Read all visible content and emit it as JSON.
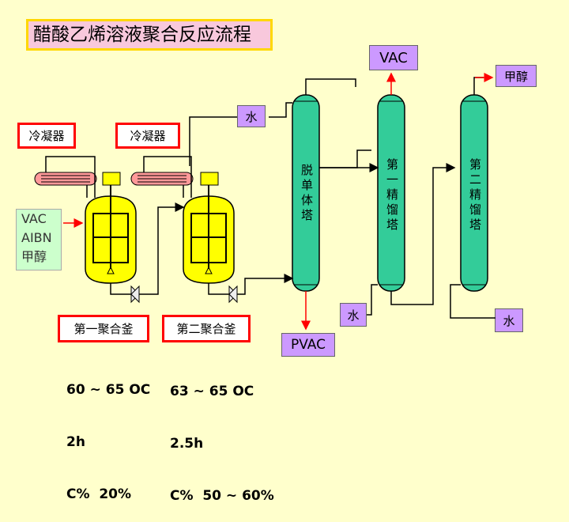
{
  "title": "醋酸乙烯溶液聚合反应流程",
  "labels": {
    "vac_top": "VAC",
    "methanol_out": "甲醇",
    "water_top": "水",
    "condenser1": "冷凝器",
    "condenser2": "冷凝器",
    "feed_lines": [
      "VAC",
      "AIBN",
      "甲醇"
    ],
    "reactor1": "第一聚合釜",
    "reactor2": "第二聚合釜",
    "water_mid": "水",
    "water_right": "水",
    "pvac": "PVAC"
  },
  "towers": [
    {
      "name": "脱单体塔"
    },
    {
      "name": "第一精馏塔"
    },
    {
      "name": "第二精馏塔"
    }
  ],
  "conditions": {
    "reactor1": [
      "60 ~ 65 OC",
      "2h",
      "C%  20%"
    ],
    "reactor2": [
      "63 ~ 65 OC",
      "2.5h",
      "C%  50 ~ 60%"
    ]
  },
  "colors": {
    "background": "#ffffcc",
    "title_bg": "#f8c8dc",
    "tower": "#33cc99",
    "reactor": "#ffff00",
    "purple_tag": "#cc99ff",
    "red_border": "#ff0000",
    "arrow": "#ff0000"
  }
}
